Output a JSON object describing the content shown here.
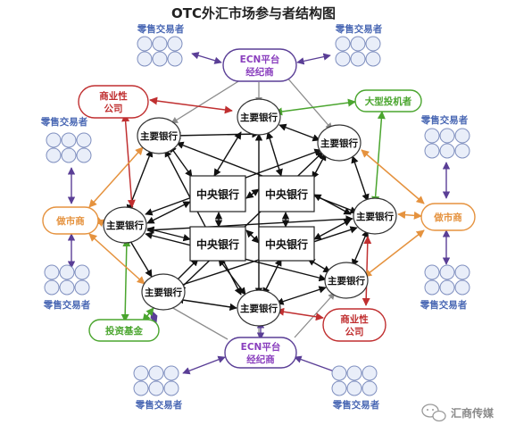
{
  "title": "OTC外汇市场参与者结构图",
  "watermark": "汇商传媒",
  "colors": {
    "black": "#111111",
    "grey": "#8c8c8c",
    "purple": "#5a3e96",
    "red": "#c02f30",
    "green": "#4aa52e",
    "orange": "#e5923e",
    "blue_text": "#4a68b4",
    "purple_text": "#8a3fbe",
    "retail_fill": "#e9eef9",
    "retail_stroke": "#7f8fbf"
  },
  "nodes": {
    "central_banks": [
      "中央银行",
      "中央银行",
      "中央银行",
      "中央银行"
    ],
    "major_banks": [
      "主要银行",
      "主要银行",
      "主要银行",
      "主要银行",
      "主要银行",
      "主要银行",
      "主要银行",
      "主要银行"
    ],
    "ecn": [
      "ECN平台",
      "经纪商"
    ],
    "commercial": [
      "商业性",
      "公司"
    ],
    "hedge_fund": "大型投机者",
    "market_maker": "做市商",
    "investment_fund": "投资基金",
    "retail": "零售交易者"
  }
}
